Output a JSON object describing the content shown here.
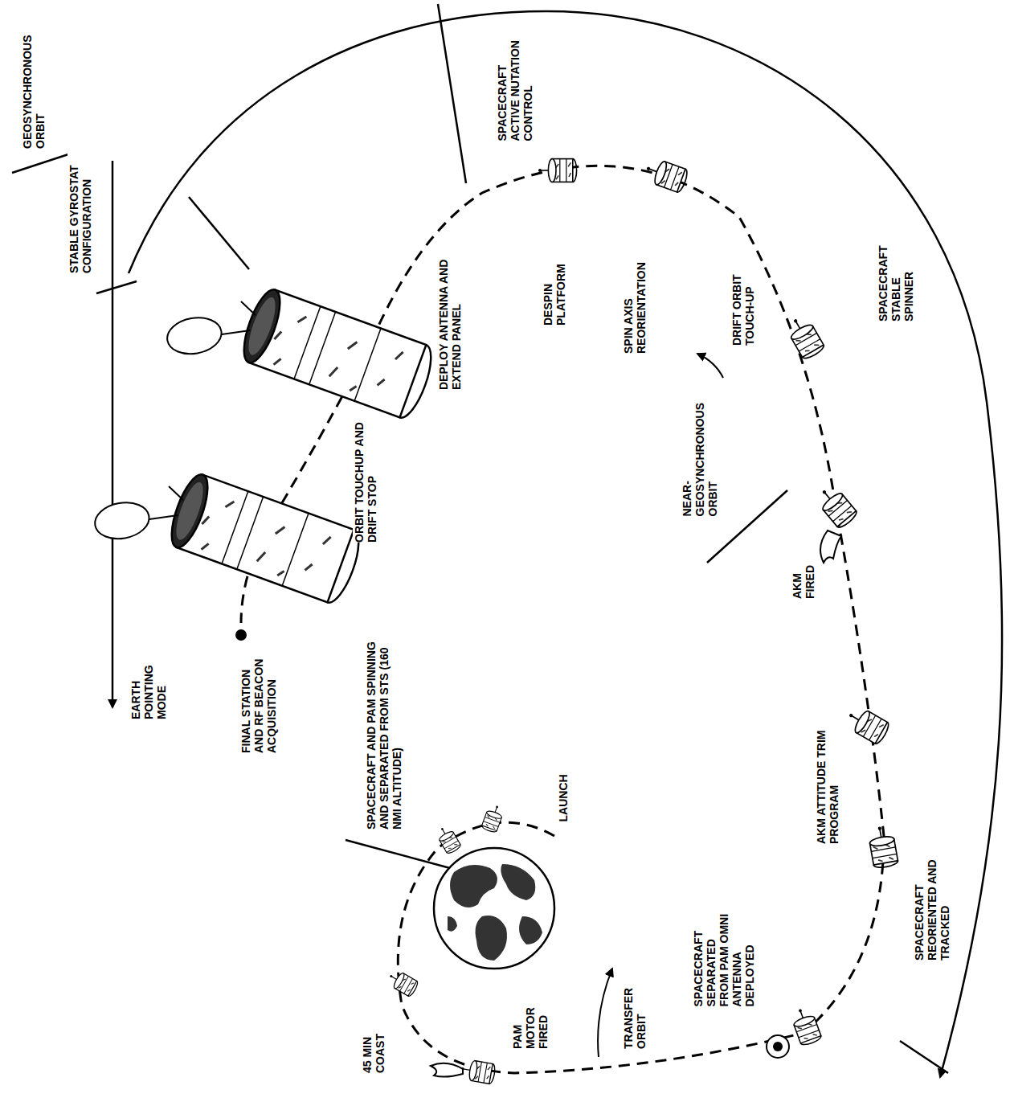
{
  "diagram": {
    "labels": [
      "GEOSYNCHRONOUS ORBIT",
      "STABLE GYROSTAT CONFIGURATION",
      "EARTH POINTING MODE",
      "ORBIT TOUCHUP AND DRIFT STOP",
      "DEPLOY ANTENNA AND EXTEND PANEL",
      "SPACECRAFT ACTIVE NUTATION CONTROL",
      "DESPIN PLATFORM",
      "SPIN AXIS REORIENTATION",
      "SPACECRAFT STABLE SPINNER",
      "DRIFT ORBIT TOUCH-UP",
      "NEAR-GEOSYNCHRONOUS ORBIT",
      "AKM FIRED",
      "AKM ATTITUDE TRIM PROGRAM",
      "SPACECRAFT REORIENTED AND TRACKED",
      "FINAL STATION AND RF BEACON ACQUISITION",
      "SPACECRAFT AND PAM SPINNING AND SEPARATED FROM STS (160 NMI ALTITUDE)",
      "LAUNCH",
      "SPACECRAFT SEPARATED FROM PAM OMNI ANTENNA DEPLOYED",
      "TRANSFER ORBIT",
      "45 MIN COAST",
      "PAM MOTOR FIRED"
    ]
  }
}
